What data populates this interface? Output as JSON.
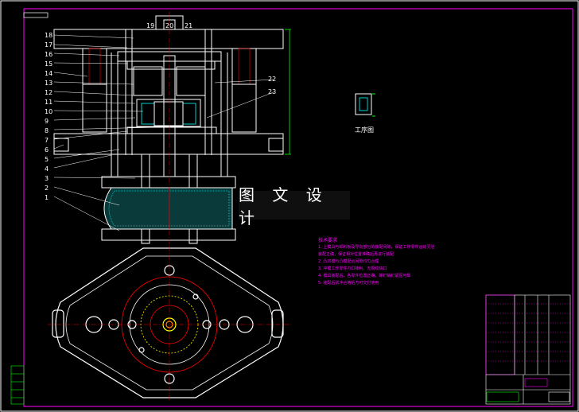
{
  "drawing": {
    "watermark": "图 文 设 计",
    "process_label": "工序图",
    "colors": {
      "background": "#000000",
      "outline": "#ffffff",
      "border": "#ff00ff",
      "centerline": "#ff0000",
      "dimension": "#00ff00",
      "section_fill": "#00ffff"
    }
  },
  "notes": {
    "title": "技术要求",
    "lines": [
      "1. 上模具与卸料板及导向部分的装配间隙，保证工作零件运动灵活",
      "   装配正确，保证相对位置准确后再进行装配",
      "2. 凸凹模与凸模配合间隙均匀合理",
      "3. 冲模工作零件刃口锋利，无裂纹缺口",
      "4. 模具装配后，各零件位置正确，螺钉销钉紧固可靠",
      "5. 装配后试冲合格后方可交付使用"
    ]
  },
  "part_numbers": {
    "left": [
      "18",
      "17",
      "16",
      "15",
      "14",
      "13",
      "12",
      "11",
      "10",
      "9",
      "8",
      "7",
      "6",
      "5",
      "4",
      "3",
      "2",
      "1"
    ],
    "top": [
      "19",
      "20",
      "21"
    ],
    "right": [
      "22",
      "23"
    ]
  }
}
